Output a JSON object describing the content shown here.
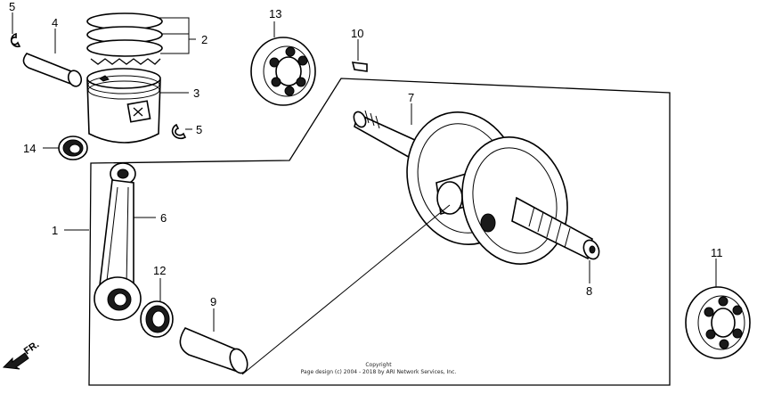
{
  "callouts": {
    "c1": "1",
    "c2": "2",
    "c3": "3",
    "c4": "4",
    "c5a": "5",
    "c5b": "5",
    "c6": "6",
    "c7": "7",
    "c8": "8",
    "c9": "9",
    "c10": "10",
    "c11": "11",
    "c12": "12",
    "c13": "13",
    "c14": "14"
  },
  "direction_label": "FR.",
  "copyright": {
    "line1": "Copyright",
    "line2": "Page design (c) 2004 - 2018 by ARI Network Services, Inc."
  }
}
